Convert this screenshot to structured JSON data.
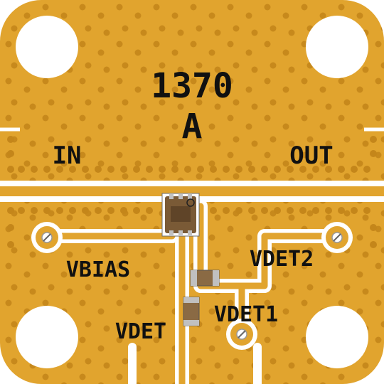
{
  "board": {
    "part_number": "1370",
    "revision": "A",
    "labels": {
      "in": "IN",
      "out": "OUT",
      "vbias": "VBIAS",
      "vdet": "VDET",
      "vdet1": "VDET1",
      "vdet2": "VDET2"
    }
  },
  "colors": {
    "gold": "#e1a42e",
    "gold_dark": "#c98a1e",
    "via": "#c4861a",
    "trace_gap": "#ffffff",
    "mounting_hole": "#ffffff",
    "silkscreen": "#111111",
    "chip_body": "#7a5a36",
    "component_body": "#8a6a44",
    "component_terminal": "#c0c0c0"
  }
}
